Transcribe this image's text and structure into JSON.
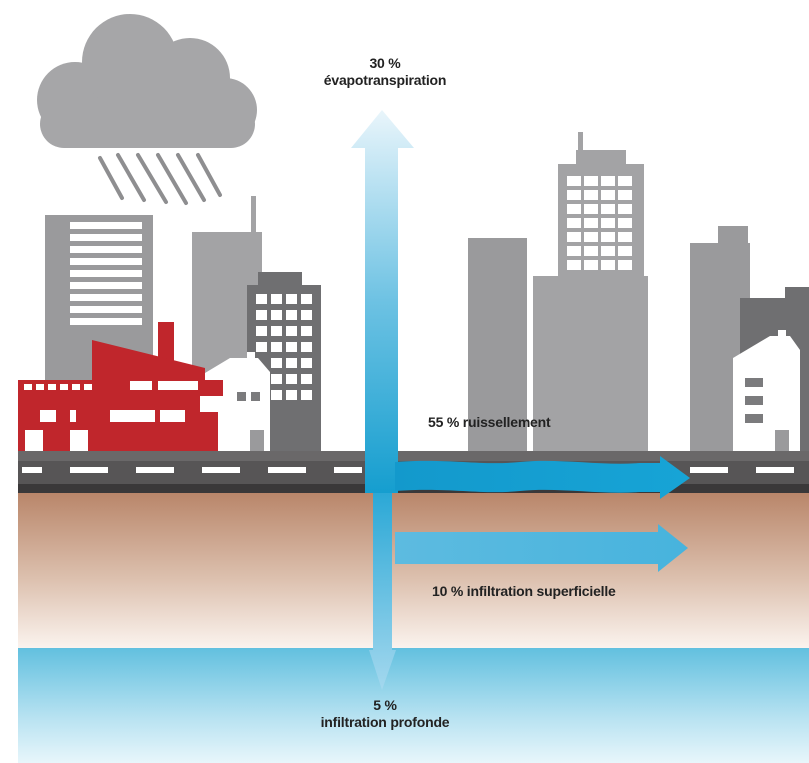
{
  "colors": {
    "cloud": "#a6a6a8",
    "rain": "#8e8e90",
    "building_gray": "#9a9a9c",
    "building_dark": "#6f6f71",
    "factory_red": "#c0262c",
    "road": "#575556",
    "soil_top": "#b8866b",
    "groundwater": "#6fc4e0",
    "water_arrow": "#1aa0d0",
    "text": "#222222"
  },
  "flows": {
    "evapotranspiration": {
      "percent": "30 %",
      "label": "évapotranspiration"
    },
    "runoff": {
      "text": "55 % ruissellement"
    },
    "shallow_infiltration": {
      "text": "10 % infiltration superficielle"
    },
    "deep_infiltration": {
      "percent": "5 %",
      "label": "infiltration profonde"
    }
  }
}
